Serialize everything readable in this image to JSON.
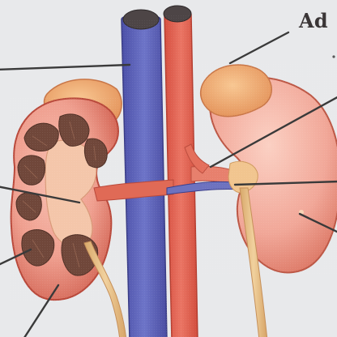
{
  "figure": {
    "label_text": "Ad",
    "colors": {
      "paper": "#e7e8ea",
      "vein_blue": "#5a63b9",
      "artery_red": "#df5d4d",
      "kidney_pink": "#ef9b90",
      "medulla_brown": "#6e4633",
      "adrenal_orange": "#f3b072",
      "ureter": "#e6bf84",
      "leader_line": "#3c3c3c"
    },
    "structures": [
      "inferior-vena-cava",
      "abdominal-aorta",
      "left-kidney-section",
      "right-kidney",
      "adrenal-gland",
      "renal-artery",
      "renal-vein",
      "ureter",
      "renal-pelvis",
      "renal-medulla-pyramids"
    ]
  }
}
